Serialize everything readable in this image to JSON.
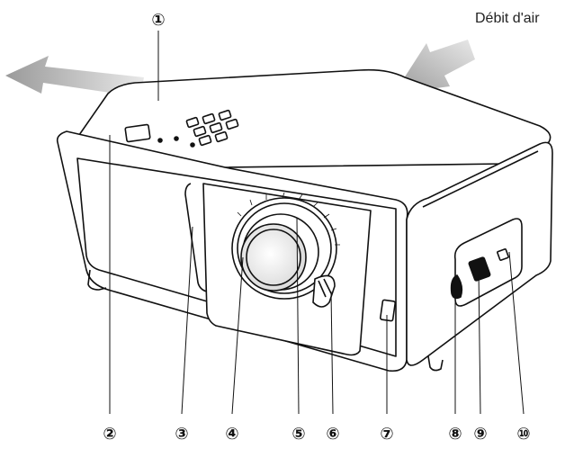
{
  "airflow_label": "Débit d'air",
  "callouts": [
    {
      "id": "1",
      "glyph": "①"
    },
    {
      "id": "2",
      "glyph": "②"
    },
    {
      "id": "3",
      "glyph": "③"
    },
    {
      "id": "4",
      "glyph": "④"
    },
    {
      "id": "5",
      "glyph": "⑤"
    },
    {
      "id": "6",
      "glyph": "⑥"
    },
    {
      "id": "7",
      "glyph": "⑦"
    },
    {
      "id": "8",
      "glyph": "⑧"
    },
    {
      "id": "9",
      "glyph": "⑨"
    },
    {
      "id": "10",
      "glyph": "⑩"
    }
  ],
  "colors": {
    "airflow_arrow": "#b4b4b4",
    "line": "#111111"
  }
}
